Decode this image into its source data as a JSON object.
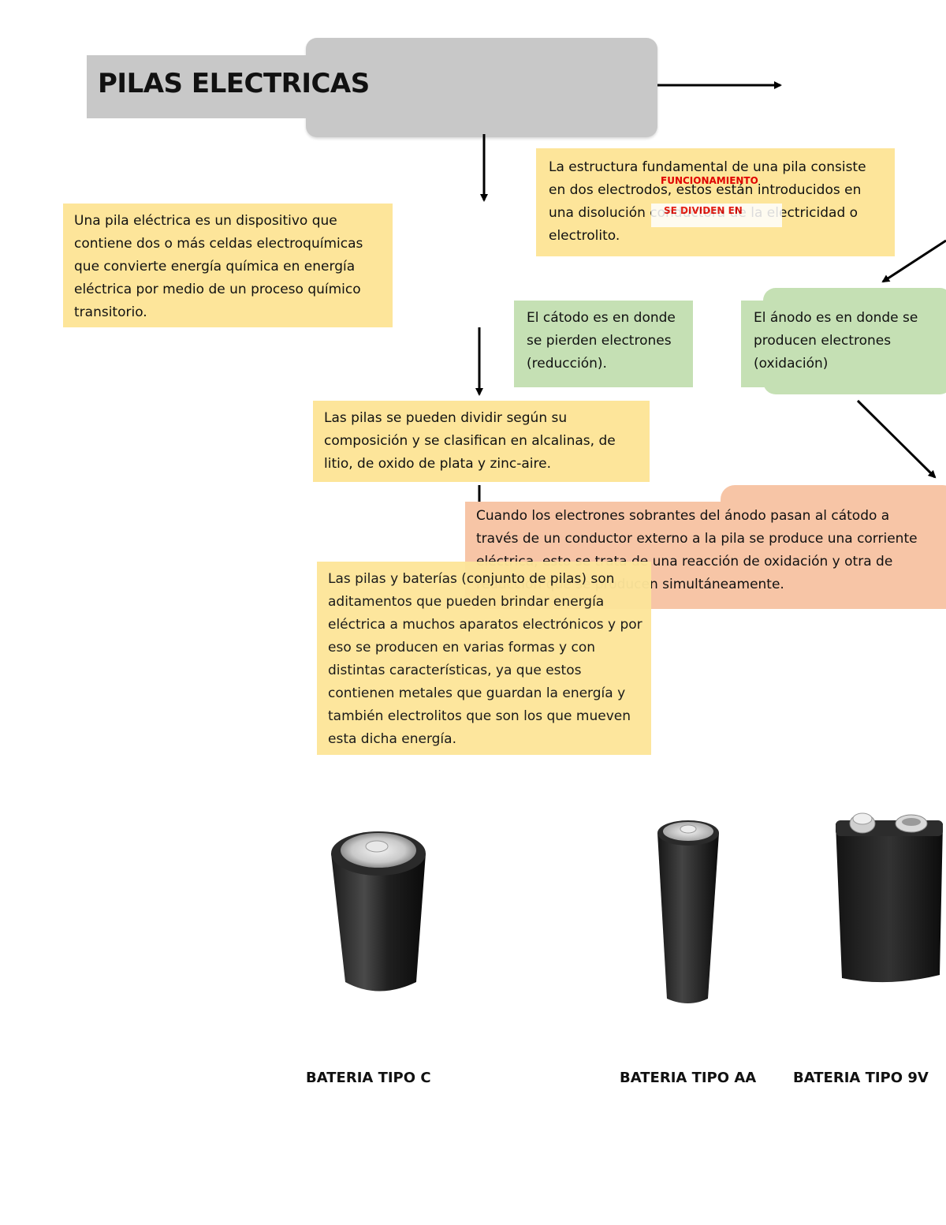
{
  "title": "PILAS ELECTRICAS",
  "labels": {
    "funcionamiento": "FUNCIONAMIENTO",
    "se_dividen_en": "SE DIVIDEN EN"
  },
  "boxes": {
    "definicion": "Una pila eléctrica es un dispositivo que contiene dos o más celdas electroquímicas que convierte energía química en energía eléctrica por medio de un proceso químico transitorio.",
    "estructura": "La estructura fundamental de una pila consiste en dos electrodos, estos están introducidos en una disolución conductora de la electricidad o electrolito.",
    "catodo": "El cátodo es en donde se pierden electrones (reducción).",
    "anodo": "El ánodo es en donde se producen electrones (oxidación)",
    "clasificacion": "Las pilas se pueden dividir según su composición y se clasifican en alcalinas, de litio, de oxido de plata y zinc-aire.",
    "corriente": "Cuando los electrones sobrantes del ánodo pasan al cátodo a través de un conductor externo a la pila se produce una corriente eléctrica, esto se trata de una reacción de oxidación y otra de reducción que se producen simultáneamente.",
    "baterias": "Las pilas y baterías (conjunto de pilas) son aditamentos que pueden brindar energía eléctrica a muchos aparatos electrónicos y por eso se producen en varias formas y con distintas características, ya que estos contienen metales que guardan la energía y también electrolitos que son los que mueven esta dicha energía."
  },
  "captions": {
    "tipo_c": "BATERIA TIPO C",
    "tipo_aa": "BATERIA TIPO AA",
    "tipo_9v": "BATERIA TIPO 9V"
  },
  "colors": {
    "yellow": "#fde59a",
    "green": "#c5e0b4",
    "salmon": "#f7c5a6",
    "title_gray": "#c8c8c8",
    "label_red": "#e00000"
  }
}
